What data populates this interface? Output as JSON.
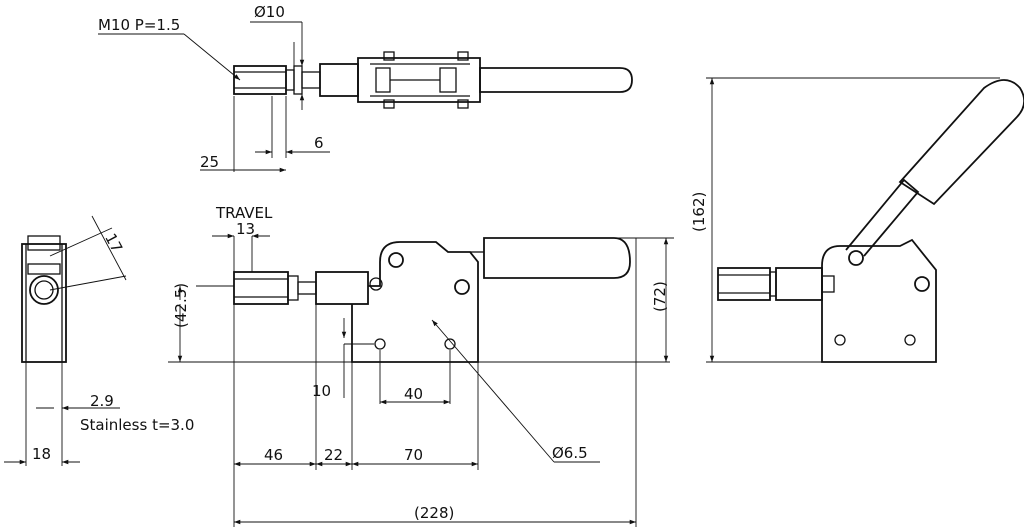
{
  "labels": {
    "thread": "M10 P=1.5",
    "diameter_top": "Ø10",
    "dim_25": "25",
    "dim_6": "6",
    "travel": "TRAVEL",
    "dim_13": "13",
    "dim_17": "17",
    "dim_42_5": "(42.5)",
    "dim_72": "(72)",
    "dim_162": "(162)",
    "dim_10": "10",
    "dim_40": "40",
    "dim_2_9": "2.9",
    "material": "Stainless t=3.0",
    "dim_18": "18",
    "dim_46": "46",
    "dim_22": "22",
    "dim_70": "70",
    "hole_diameter": "Ø6.5",
    "dim_228": "(228)"
  }
}
